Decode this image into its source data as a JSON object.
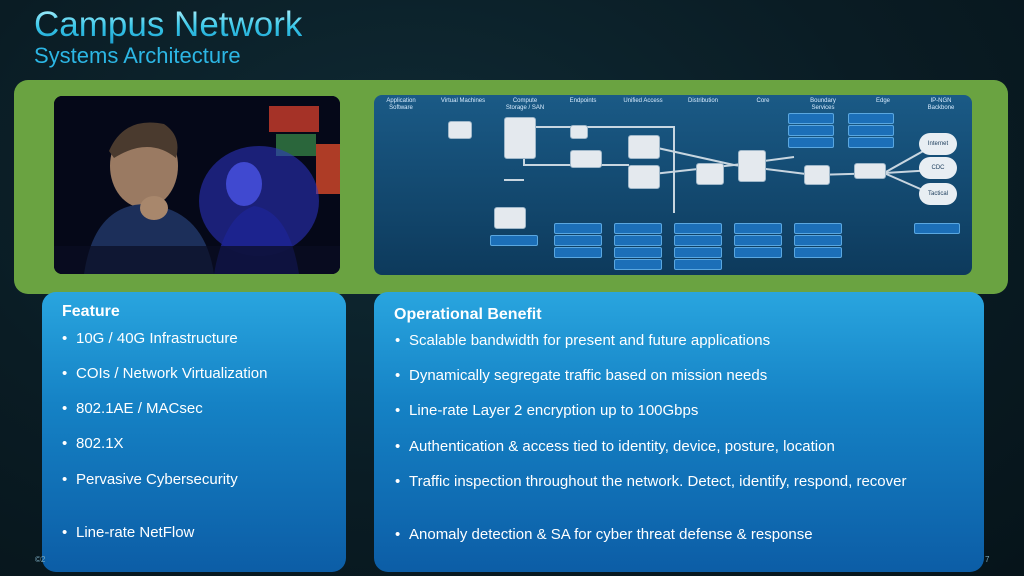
{
  "slide": {
    "title": "Campus Network",
    "subtitle": "Systems Architecture",
    "footer_left": "©2",
    "page_number": "7"
  },
  "diagram": {
    "columns": [
      "Application Software",
      "Virtual Machines",
      "Compute Storage / SAN",
      "Endpoints",
      "Unified Access",
      "Distribution",
      "Core",
      "Boundary Services",
      "Edge",
      "IP-NGN Backbone"
    ],
    "clouds": [
      "Internet",
      "CDC",
      "Tactical"
    ]
  },
  "feature": {
    "heading": "Feature",
    "items": [
      "10G / 40G Infrastructure",
      "COIs / Network Virtualization",
      "802.1AE / MACsec",
      "802.1X",
      "Pervasive Cybersecurity",
      "Line-rate NetFlow"
    ]
  },
  "benefit": {
    "heading": "Operational Benefit",
    "items": [
      "Scalable bandwidth for present and future applications",
      "Dynamically segregate traffic based on mission needs",
      "Line-rate Layer 2 encryption up to 100Gbps",
      "Authentication & access tied to identity, device, posture, location",
      "Traffic inspection throughout the network. Detect, identify, respond, recover",
      "Anomaly detection & SA for cyber threat defense & response"
    ]
  },
  "colors": {
    "panel_green": "#6aa341",
    "card_blue": "#1582c5",
    "title_cyan": "#37c6e8"
  }
}
